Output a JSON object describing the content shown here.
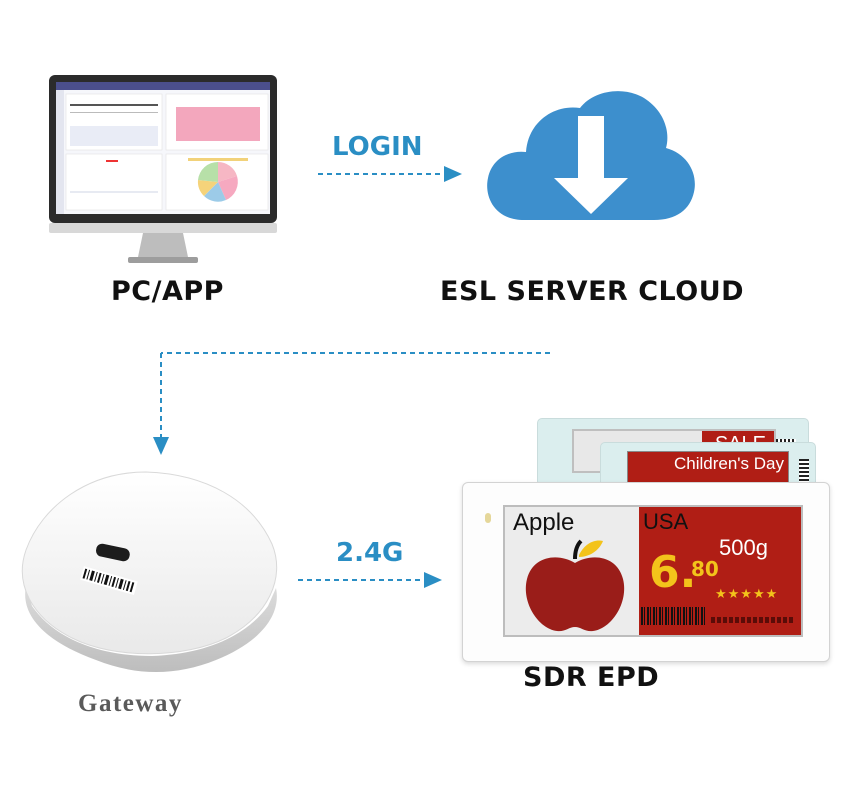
{
  "labels": {
    "pc": "PC/APP",
    "cloud": "ESL SERVER CLOUD",
    "gateway": "Gateway",
    "epd": "SDR EPD",
    "login": "LOGIN",
    "radio": "2.4G"
  },
  "tag_front": {
    "product": "Apple",
    "origin": "USA",
    "weight": "500g",
    "price_int": "6.",
    "price_dec": "80",
    "stars": "★★★★★"
  },
  "tag_middle": {
    "promo": "Children's Day"
  },
  "tag_back": {
    "promo": "SALE"
  },
  "colors": {
    "arrow_blue": "#2a8ec4",
    "cloud_blue": "#3d8fcd",
    "epd_red": "#b01e15",
    "epd_yellow": "#f3c31b",
    "apple_red": "#9a1d19"
  }
}
